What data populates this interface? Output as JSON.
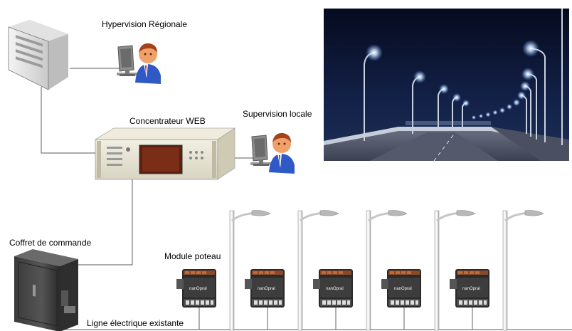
{
  "labels": {
    "hypervision": "Hypervision Régionale",
    "concentrateur": "Concentrateur WEB",
    "supervision": "Supervision locale",
    "coffret": "Coffret de commande",
    "module": "Module poteau",
    "ligne": "Ligne électrique existante"
  },
  "module_brand": "nanOpral",
  "pole_count": 5,
  "colors": {
    "line": "#7a7a7a",
    "night_sky": "#0b1430",
    "lamp_glow": "#d8ecff",
    "screen": "#5b1f10",
    "person_shirt": "#2f59c4",
    "person_skin": "#f2a06a"
  }
}
